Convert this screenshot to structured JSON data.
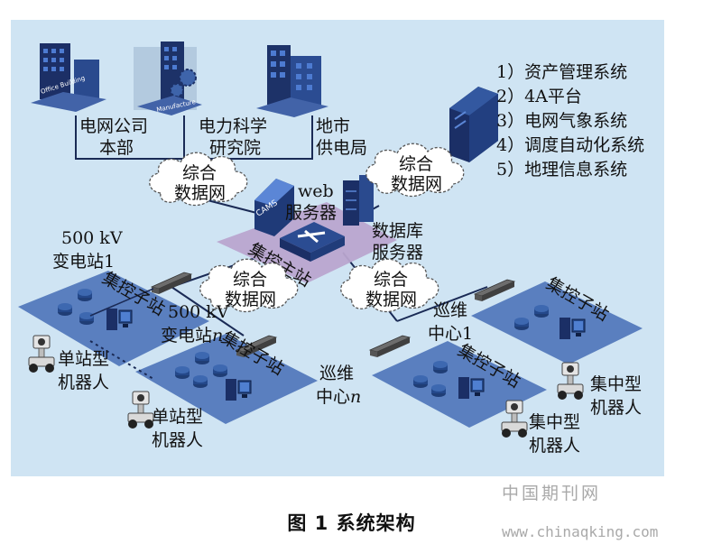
{
  "orgs": [
    {
      "name": "电网公司",
      "name2": "本部",
      "sign": "Office Building"
    },
    {
      "name": "电力科学",
      "name2": "研究院",
      "sign": "Manufacture"
    },
    {
      "name": "地市",
      "name2": "供电局",
      "sign": ""
    }
  ],
  "systems": [
    "1）资产管理系统",
    "2）4A平台",
    "3）电网气象系统",
    "4）调度自动化系统",
    "5）地理信息系统"
  ],
  "clouds": {
    "line1": "综合",
    "line2": "数据网"
  },
  "center": {
    "web_line1": "web",
    "web_line2": "服务器",
    "db_line1": "数据库",
    "db_line2": "服务器",
    "main_station": "集控主站",
    "cams": "CAMS"
  },
  "sites": {
    "substation1_line1": "500 kV",
    "substation1_line2": "变电站1",
    "substationn_line1": "500 kV",
    "substationn_line2": "变电站",
    "substationn_italic": "n",
    "maint1_line1": "巡维",
    "maint1_line2": "中心1",
    "maintn_line1": "巡维",
    "maintn_line2": "中心",
    "maintn_italic": "n",
    "sub_station": "集控子站"
  },
  "robots": {
    "single_line1": "单站型",
    "single_line2": "机器人",
    "central_line1": "集中型",
    "central_line2": "机器人"
  },
  "caption": "图 1  系统架构",
  "watermark": {
    "line1": "中国期刊网",
    "line2": "www.chinaqking.com"
  },
  "colors": {
    "background_panel": "#cfe4f3",
    "network_plate": "#5a7fbf",
    "main_plate": "#b9a5cf",
    "link": "#1a2a55"
  }
}
